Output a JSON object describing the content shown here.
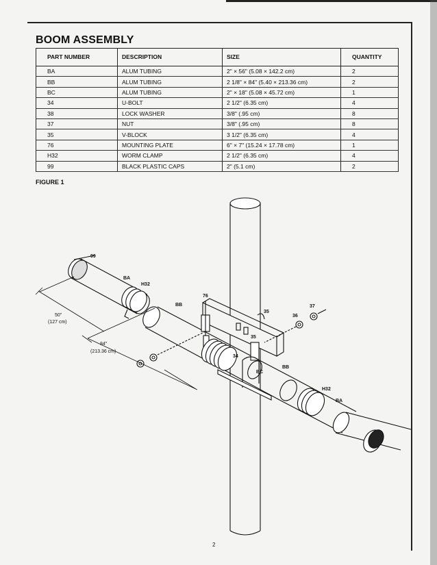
{
  "title": "BOOM ASSEMBLY",
  "table": {
    "headers": [
      "PART NUMBER",
      "DESCRIPTION",
      "SIZE",
      "QUANTITY"
    ],
    "rows": [
      [
        "BA",
        "ALUM TUBING",
        "2\" × 56\" (5.08 × 142.2 cm)",
        "2"
      ],
      [
        "BB",
        "ALUM TUBING",
        "2 1/8\" × 84\" (5.40 × 213.36 cm)",
        "2"
      ],
      [
        "BC",
        "ALUM TUBING",
        "2\" × 18\" (5.08 × 45.72 cm)",
        "1"
      ],
      [
        "34",
        "U-BOLT",
        "2 1/2\" (6.35 cm)",
        "4"
      ],
      [
        "38",
        "LOCK WASHER",
        "3/8\" (.95 cm)",
        "8"
      ],
      [
        "37",
        "NUT",
        "3/8\" (.95 cm)",
        "8"
      ],
      [
        "35",
        "V-BLOCK",
        "3 1/2\" (6.35 cm)",
        "4"
      ],
      [
        "76",
        "MOUNTING PLATE",
        "6\" × 7\" (15.24 × 17.78 cm)",
        "1"
      ],
      [
        "H32",
        "WORM CLAMP",
        "2 1/2\" (6.35 cm)",
        "4"
      ],
      [
        "99",
        "BLACK PLASTIC CAPS",
        "2\" (5.1 cm)",
        "2"
      ]
    ]
  },
  "figure": {
    "label": "FIGURE 1",
    "callouts": {
      "c99": "99",
      "ba_left": "BA",
      "h32_left": "H32",
      "bb_left": "BB",
      "c76": "76",
      "c35_top": "35",
      "c36": "36",
      "c37": "37",
      "c35_mid": "35",
      "c34": "34",
      "bc": "BC",
      "bb_right": "BB",
      "h32_right": "H32",
      "ba_right": "BA"
    },
    "dimensions": {
      "d50_in": "50\"",
      "d50_cm": "(127 cm)",
      "d84_in": "84\"",
      "d84_cm": "(213.36 cm)"
    }
  },
  "page_number": "2"
}
